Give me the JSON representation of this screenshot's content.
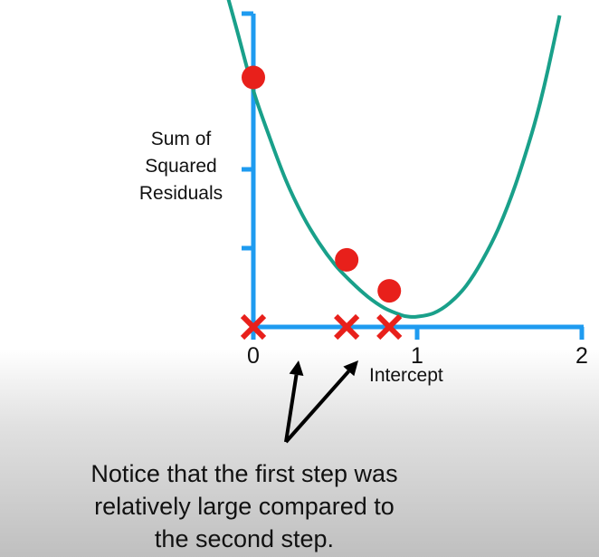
{
  "chart_data": {
    "type": "line",
    "xlabel": "Intercept",
    "ylabel_lines": [
      "Sum of",
      "Squared",
      "Residuals"
    ],
    "x_ticks": [
      "0",
      "1",
      "2"
    ],
    "xlim": [
      0,
      2
    ],
    "grid": false,
    "series": [
      {
        "x": [
          -0.18,
          -0.1,
          0,
          0.1,
          0.2,
          0.3,
          0.4,
          0.5,
          0.6,
          0.7,
          0.8,
          0.9,
          0.95,
          1.0,
          1.1,
          1.2,
          1.3,
          1.4,
          1.5,
          1.6,
          1.7,
          1.75,
          1.8,
          1.87
        ],
        "y": [
          4.0,
          3.45,
          2.75,
          2.2,
          1.7,
          1.3,
          0.98,
          0.72,
          0.52,
          0.35,
          0.22,
          0.14,
          0.12,
          0.12,
          0.16,
          0.28,
          0.48,
          0.78,
          1.16,
          1.65,
          2.25,
          2.6,
          3.0,
          3.62
        ]
      }
    ],
    "steps": [
      {
        "x": 0.0,
        "y": 2.9
      },
      {
        "x": 0.57,
        "y": 0.78
      },
      {
        "x": 0.83,
        "y": 0.42
      }
    ],
    "colors": {
      "curve": "#19a08a",
      "axis": "#1e9bf0",
      "points": "#e8201b",
      "arrows": "#000000"
    }
  },
  "caption": [
    "Notice that the first step was",
    "relatively large compared to",
    "the second step."
  ]
}
